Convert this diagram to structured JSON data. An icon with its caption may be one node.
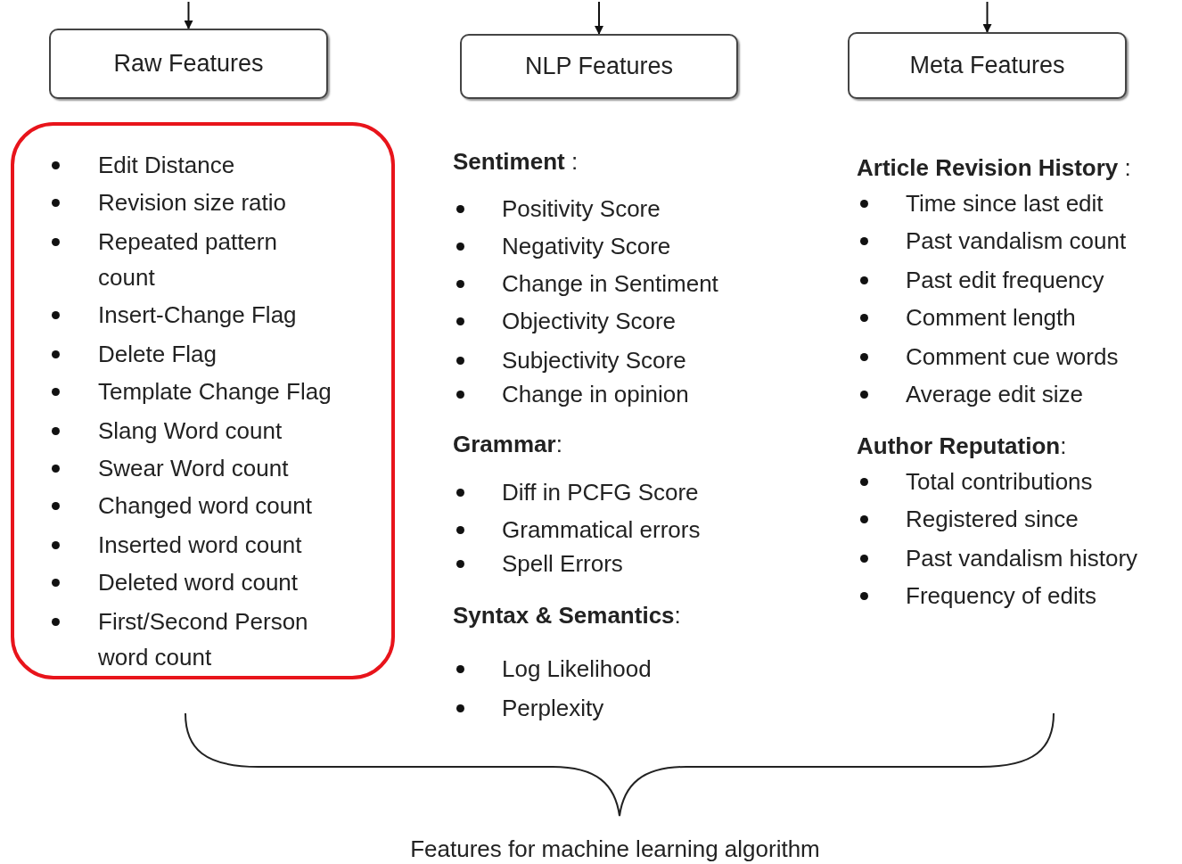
{
  "diagram": {
    "nodes": [
      {
        "text": [
          "Raw Features"
        ]
      },
      {
        "text": [
          "NLP Features"
        ]
      },
      {
        "text": [
          "Meta Features"
        ]
      },
      {
        "text": [
          "Edit Distance",
          "Revision size ratio",
          "Repeated pattern count",
          "Insert-Change Flag",
          "Delete Flag",
          "Template Change Flag",
          "Slang Word count",
          "Swear Word count",
          "Changed word count",
          "Inserted word count",
          "Deleted word count",
          "First/Second Person word count"
        ]
      }
    ],
    "edges": [
      {
        "from": null,
        "to": 0,
        "arrow": "to"
      },
      {
        "from": null,
        "to": 1,
        "arrow": "to"
      },
      {
        "from": null,
        "to": 2,
        "arrow": "to"
      }
    ],
    "labels": [
      "**Sentiment** :",
      "Positivity Score",
      "Negativity Score",
      "Change in Sentiment",
      "Objectivity Score",
      "Subjectivity Score",
      "Change in opinion",
      "**Grammar**:",
      "Diff in PCFG Score",
      "Grammatical errors",
      "Spell Errors",
      "**Syntax & Semantics**:",
      "Log Likelihood",
      "Perplexity",
      "**Article Revision History** :",
      "Time since last edit",
      "Past vandalism count",
      "Past edit frequency",
      "Comment length",
      "Comment cue words",
      "Average edit size",
      "**Author Reputation**:",
      "Total contributions",
      "Registered since",
      "Past vandalism history",
      "Frequency of edits",
      "Features for machine learning algorithm"
    ]
  }
}
